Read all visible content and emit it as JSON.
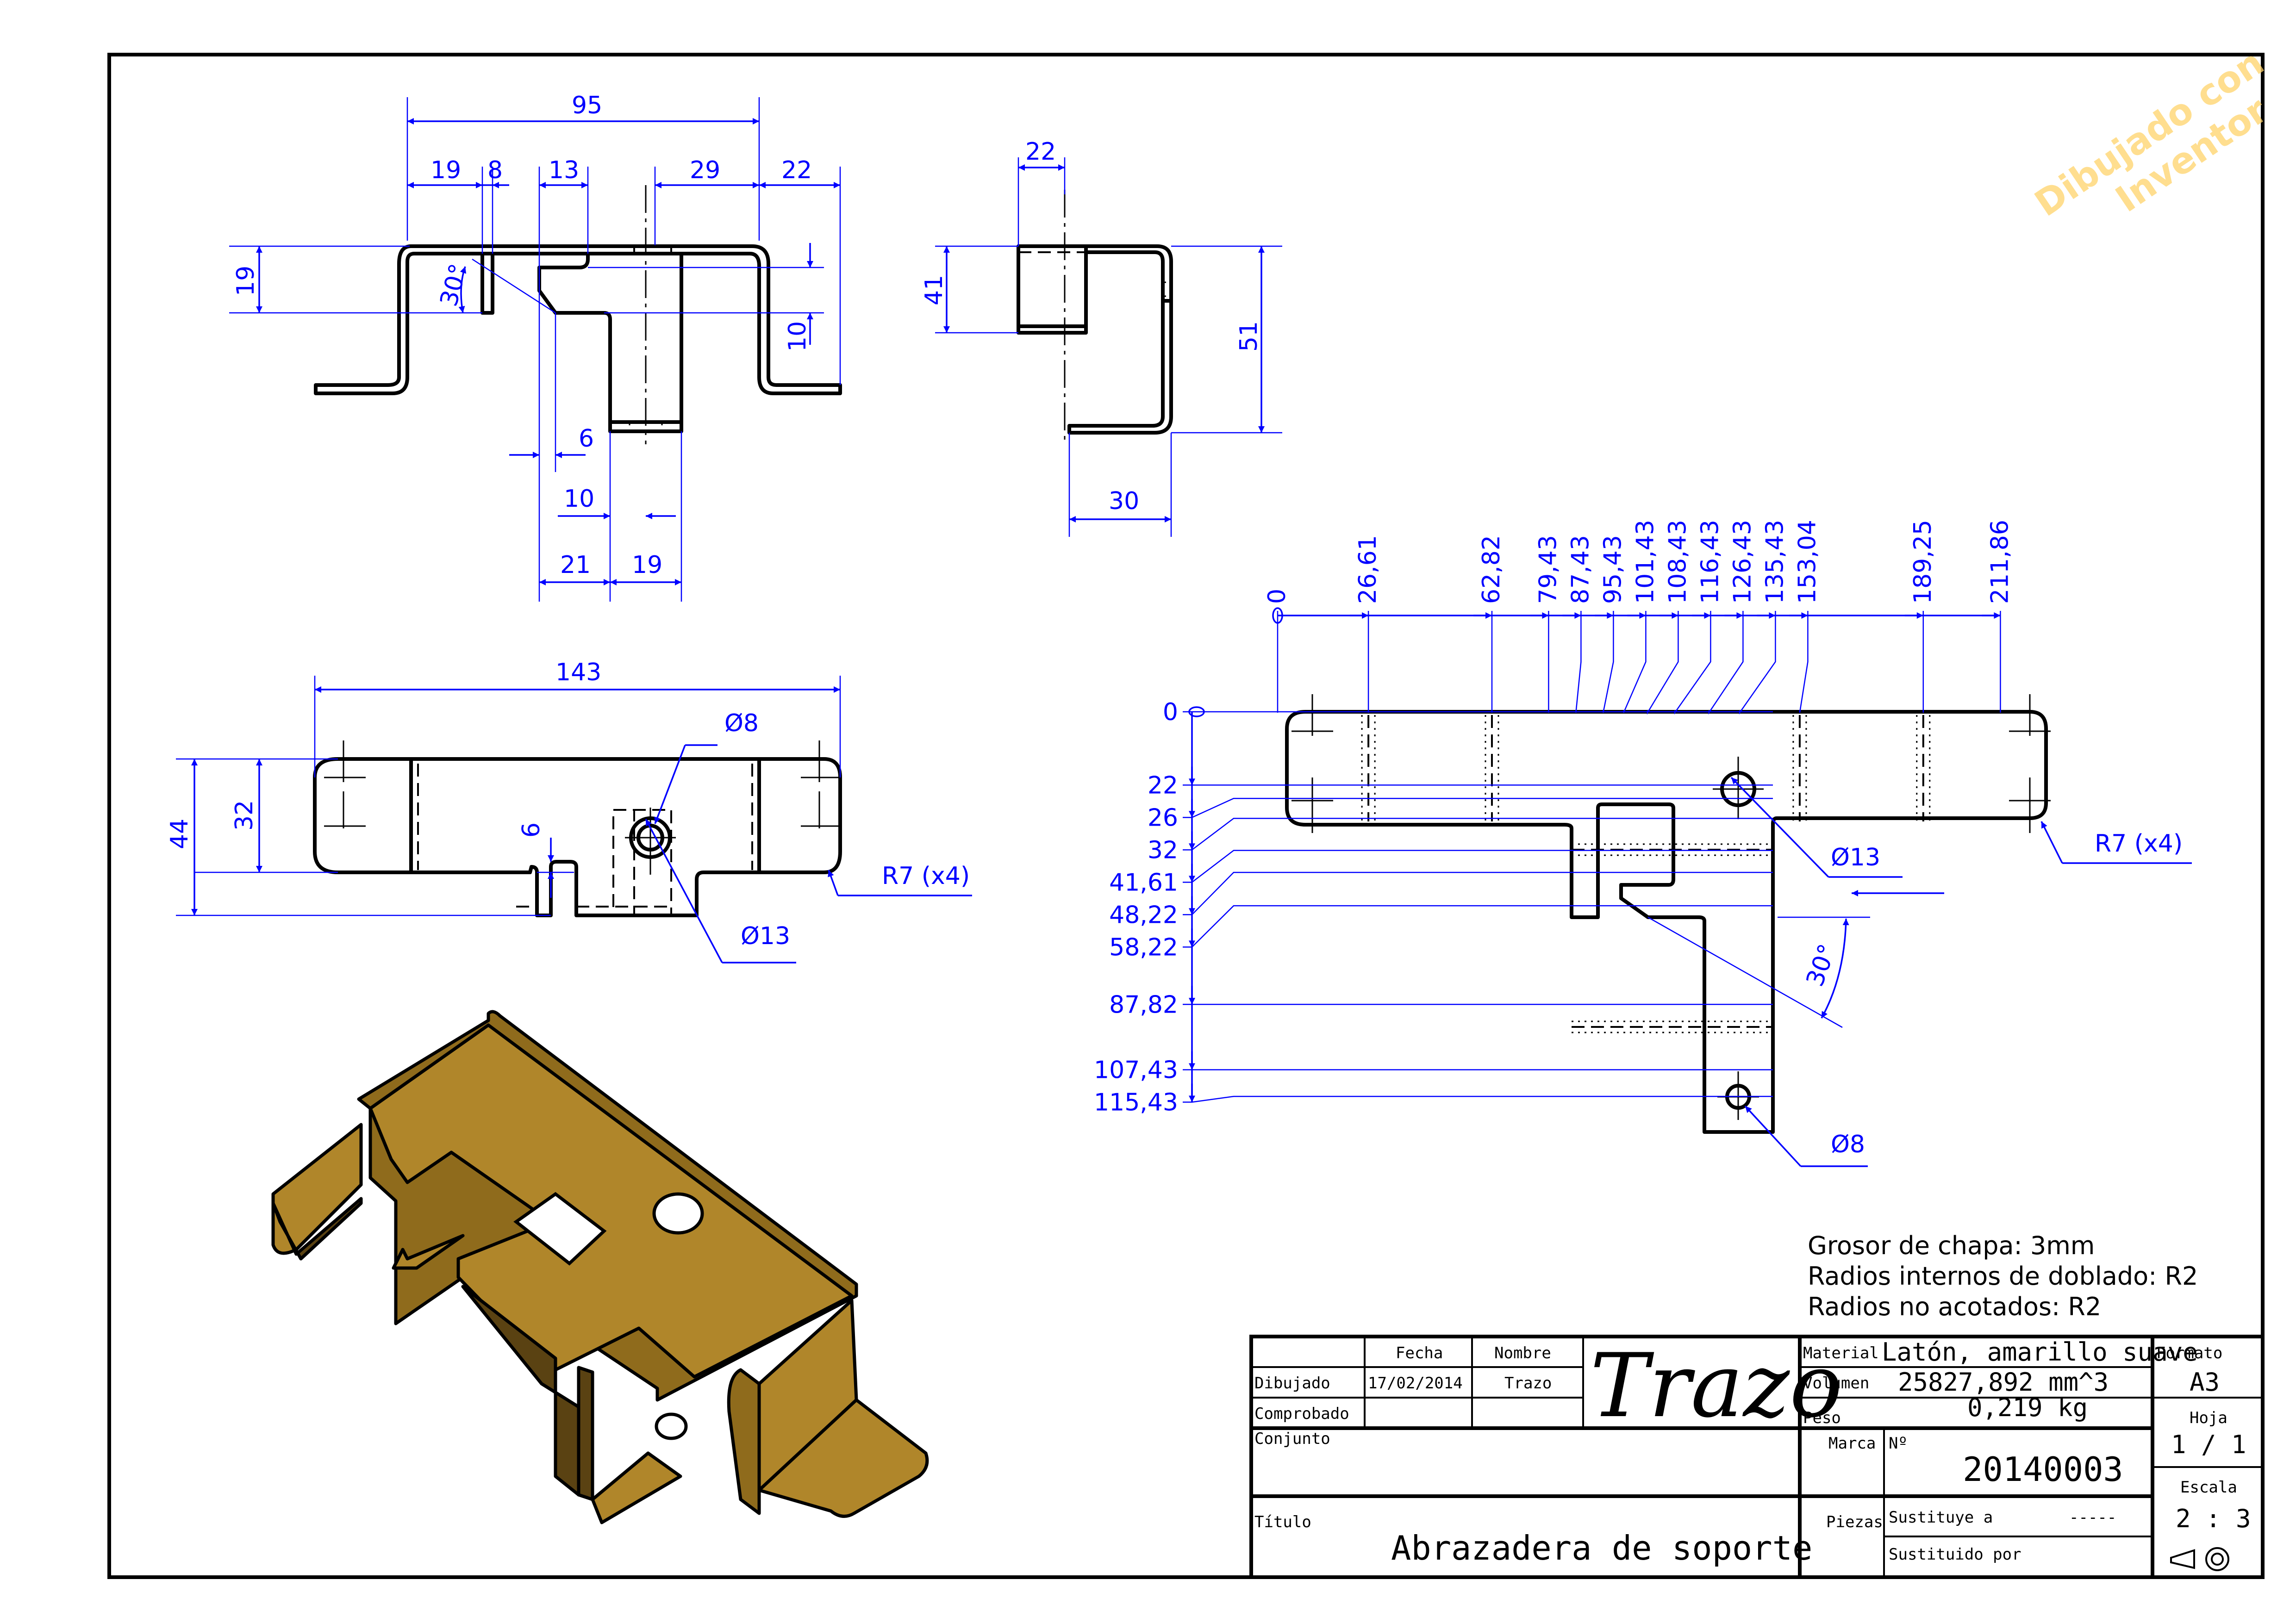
{
  "watermark": {
    "line1": "Dibujado con",
    "line2": "Inventor"
  },
  "colors": {
    "dimension": "#0000ff",
    "outline": "#000000",
    "brass": "#b0862a",
    "brass_dark": "#5a4212",
    "watermark": "#ffd36a"
  },
  "front_view": {
    "dims": {
      "overall_width": "95",
      "d19_left": "19",
      "d8": "8",
      "d13": "13",
      "d29": "29",
      "d22_right": "22",
      "height19": "19",
      "angle": "30°",
      "d10_vertical": "10",
      "d6": "6",
      "d10_horizontal": "10",
      "d21": "21",
      "d19_bottom": "19"
    }
  },
  "side_view": {
    "dims": {
      "d22": "22",
      "d41": "41",
      "d51": "51",
      "d30": "30"
    }
  },
  "plan_view": {
    "dims": {
      "overall_length": "143",
      "d32": "32",
      "d44": "44",
      "d6": "6",
      "hole_small": "Ø8",
      "hole_large": "Ø13",
      "radius": "R7 (x4)"
    }
  },
  "flat_pattern": {
    "x_ordinates": [
      "0",
      "26,61",
      "62,82",
      "79,43",
      "87,43",
      "95,43",
      "101,43",
      "108,43",
      "116,43",
      "126,43",
      "135,43",
      "153,04",
      "189,25",
      "211,86"
    ],
    "y_ordinates": [
      "0",
      "22",
      "26",
      "32",
      "41,61",
      "48,22",
      "58,22",
      "87,82",
      "107,43",
      "115,43"
    ],
    "dims": {
      "hole_large": "Ø13",
      "hole_small": "Ø8",
      "radius": "R7 (x4)",
      "angle": "30°"
    }
  },
  "notes": [
    "Grosor de chapa: 3mm",
    "Radios internos de doblado: R2",
    "Radios no acotados: R2"
  ],
  "title_block": {
    "header_fecha": "Fecha",
    "header_nombre": "Nombre",
    "row_dibujado": "Dibujado",
    "dibujado_fecha": "17/02/2014",
    "dibujado_nombre": "Trazo",
    "row_comprobado": "Comprobado",
    "logo": "Trazo",
    "material_label": "Material",
    "material_value": "Latón, amarillo suave",
    "volumen_label": "Volumen",
    "volumen_value": "25827,892 mm^3",
    "peso_label": "Peso",
    "peso_value": "0,219 kg",
    "formato_label": "Formato",
    "formato_value": "A3",
    "hoja_label": "Hoja",
    "hoja_value": "1 / 1",
    "conjunto_label": "Conjunto",
    "marca_label": "Marca",
    "numero_label": "Nº",
    "numero_value": "20140003",
    "escala_label": "Escala",
    "escala_value": "2 : 3",
    "titulo_label": "Título",
    "titulo_value": "Abrazadera de soporte",
    "piezas_label": "Piezas",
    "sustituye_label": "Sustituye a",
    "sustituye_value": "-----",
    "sustituido_label": "Sustituido por",
    "projection_symbol": "first-angle-projection-icon"
  }
}
